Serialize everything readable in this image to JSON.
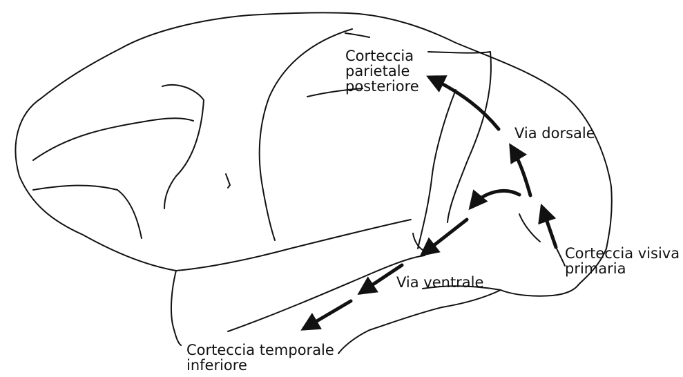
{
  "labels": {
    "posterior_parietal": [
      "Corteccia",
      "parietale",
      "posteriore"
    ],
    "dorsal_stream": "Via dorsale",
    "primary_visual": [
      "Corteccia visiva",
      "primaria"
    ],
    "ventral_stream": "Via ventrale",
    "inferior_temporal": [
      "Corteccia temporale",
      "inferiore"
    ]
  },
  "colors": {
    "ink": "#111111",
    "background": "#ffffff"
  }
}
